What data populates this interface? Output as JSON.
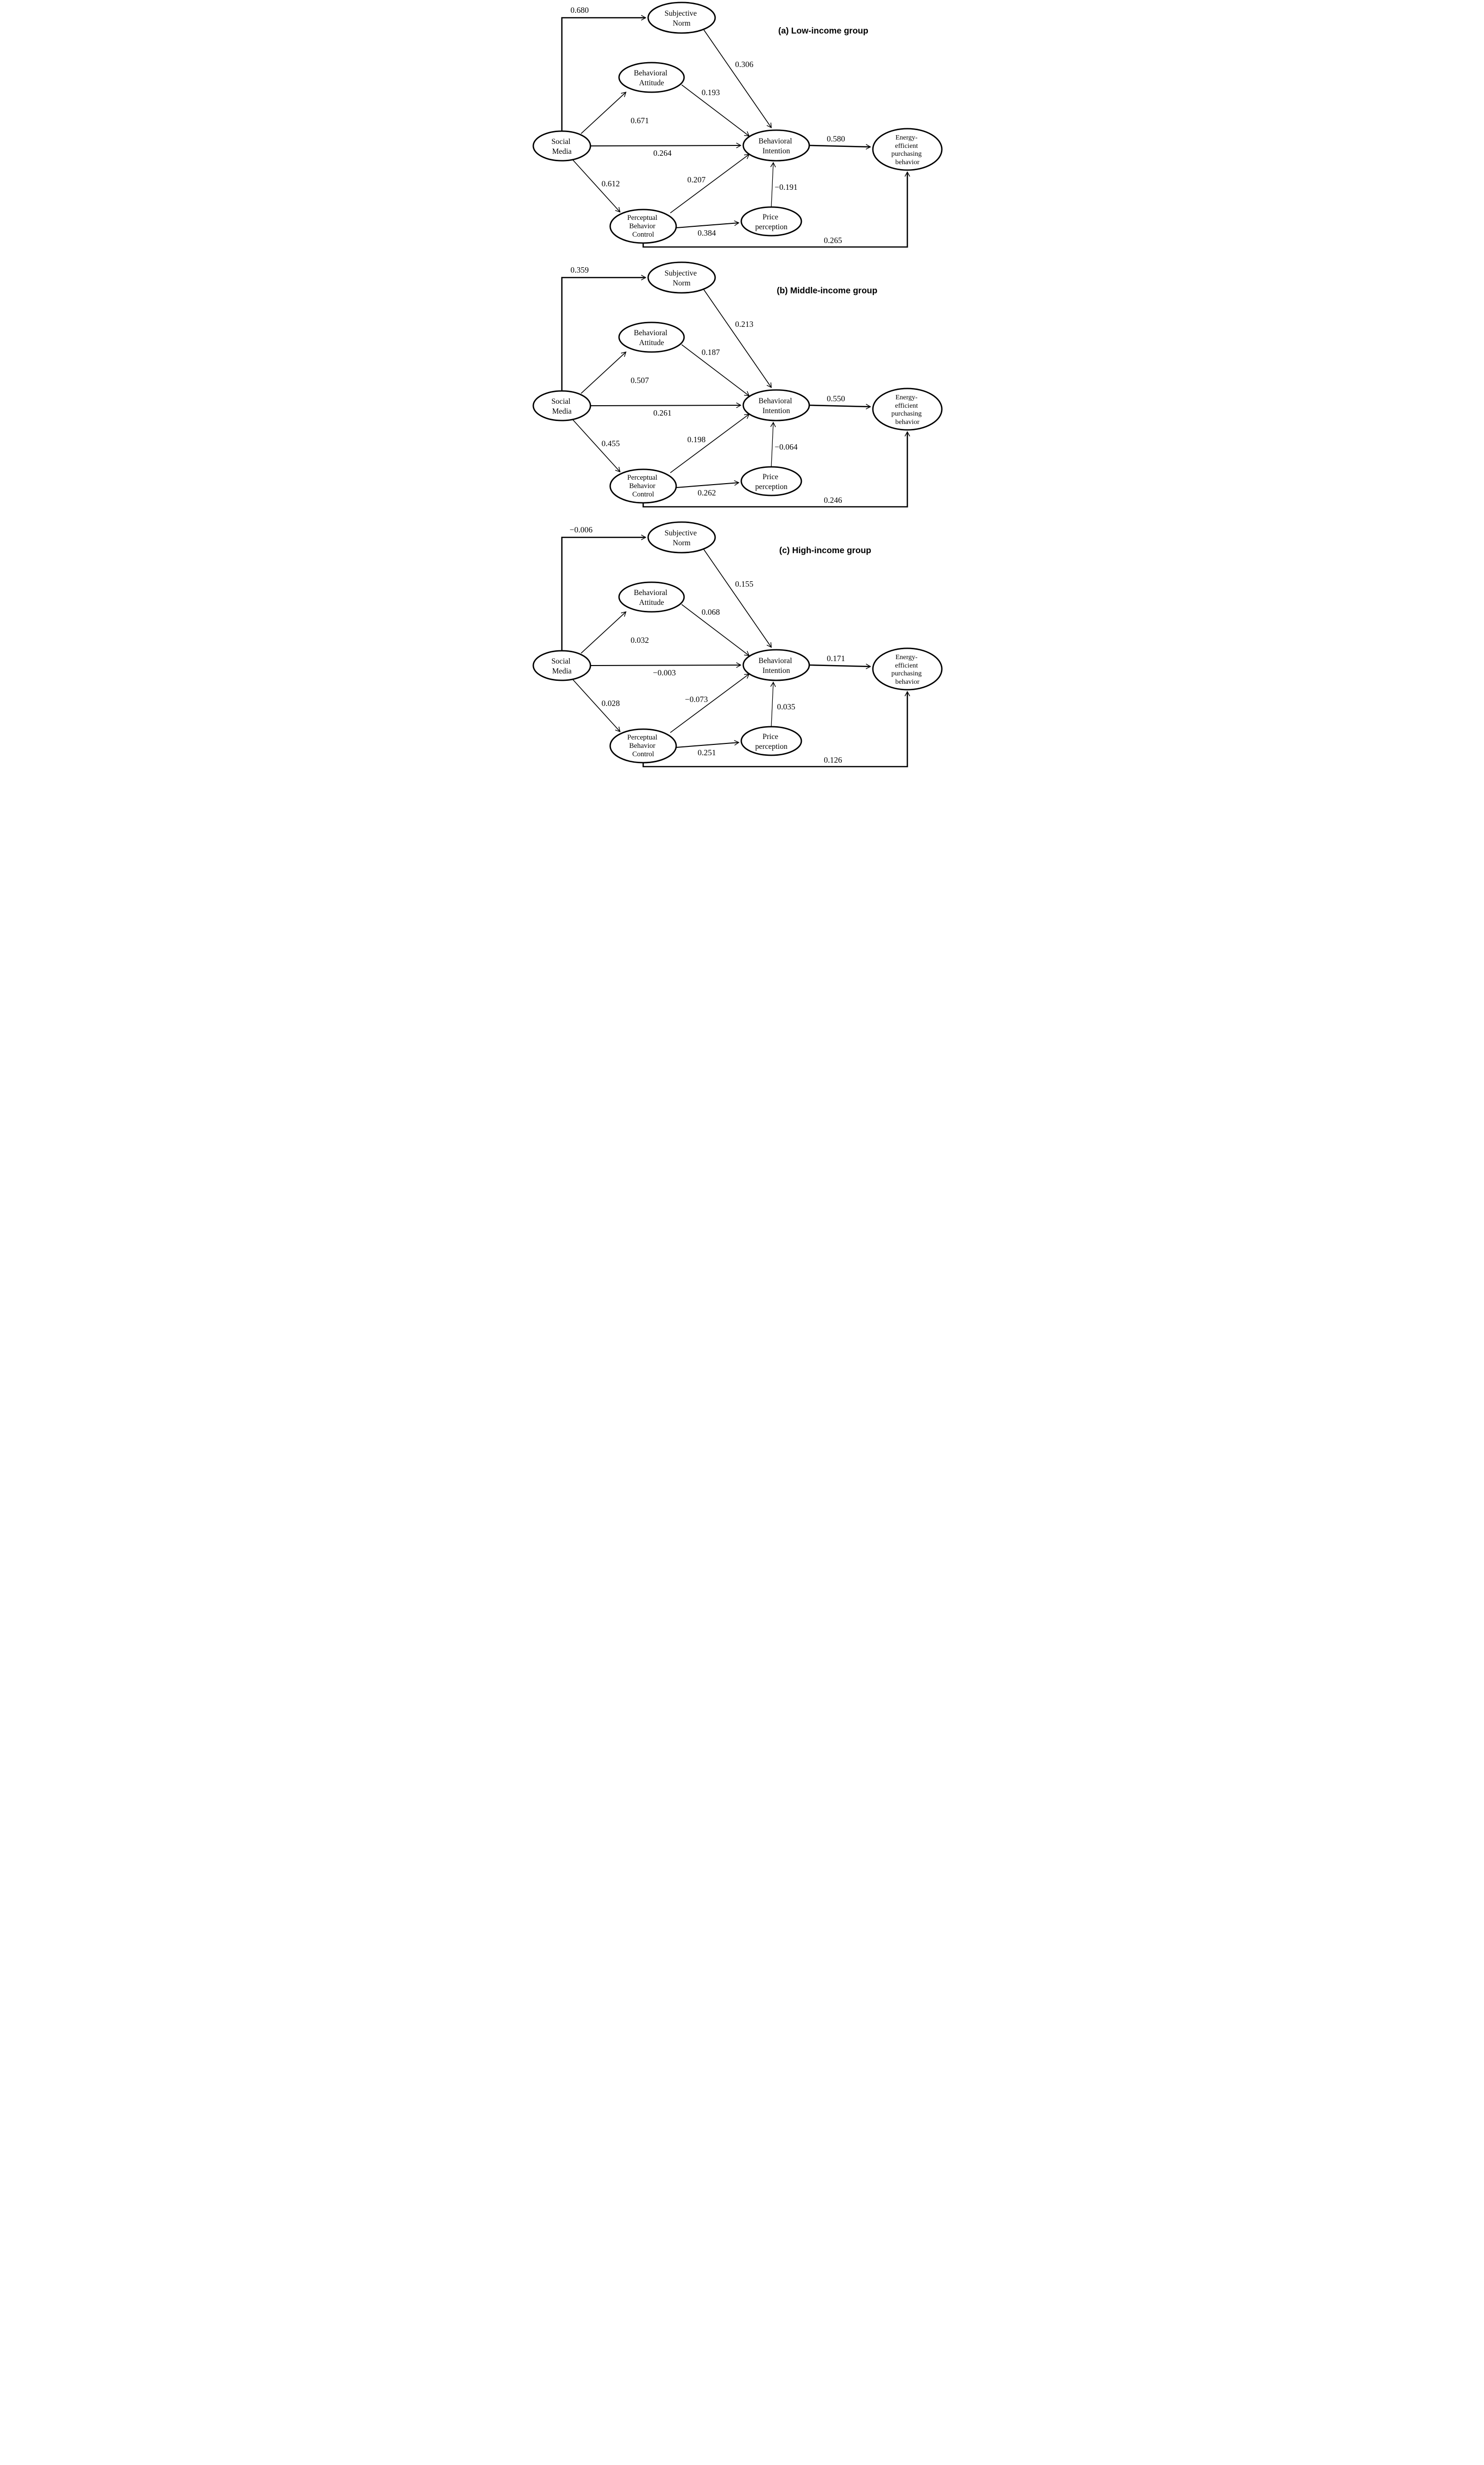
{
  "figure": {
    "background": "#ffffff",
    "line_color": "#000000",
    "panel_count": 3,
    "diagram_type": "structural-equation-path-model"
  },
  "nodes": {
    "subjective_norm": [
      "Subjective",
      "Norm"
    ],
    "behavioral_attitude": [
      "Behavioral",
      "Attitude"
    ],
    "social_media": [
      "Social",
      "Media"
    ],
    "behavioral_intention": [
      "Behavioral",
      "Intention"
    ],
    "energy_efficient": [
      "Energy-",
      "efficient",
      "purchasing",
      "behavior"
    ],
    "perceptual_behavior_control": [
      "Perceptual",
      "Behavior",
      "Control"
    ],
    "price_perception": [
      "Price",
      "perception"
    ]
  },
  "panels": [
    {
      "caption": "(a)  Low-income group",
      "coefficients": {
        "sm_sn": "0.680",
        "sm_ba": "0.671",
        "sm_bi": "0.264",
        "sm_pbc": "0.612",
        "sn_bi": "0.306",
        "ba_bi": "0.193",
        "pbc_bi": "0.207",
        "pbc_pp": "0.384",
        "pp_bi": "−0.191",
        "bi_ee": "0.580",
        "pbc_ee": "0.265"
      }
    },
    {
      "caption": "(b) Middle-income group",
      "coefficients": {
        "sm_sn": "0.359",
        "sm_ba": "0.507",
        "sm_bi": "0.261",
        "sm_pbc": "0.455",
        "sn_bi": "0.213",
        "ba_bi": "0.187",
        "pbc_bi": "0.198",
        "pbc_pp": "0.262",
        "pp_bi": "−0.064",
        "bi_ee": "0.550",
        "pbc_ee": "0.246"
      }
    },
    {
      "caption": "(c) High-income group",
      "coefficients": {
        "sm_sn": "−0.006",
        "sm_ba": "0.032",
        "sm_bi": "−0.003",
        "sm_pbc": "0.028",
        "sn_bi": "0.155",
        "ba_bi": "0.068",
        "pbc_bi": "−0.073",
        "pbc_pp": "0.251",
        "pp_bi": "0.035",
        "bi_ee": "0.171",
        "pbc_ee": "0.126"
      }
    }
  ]
}
